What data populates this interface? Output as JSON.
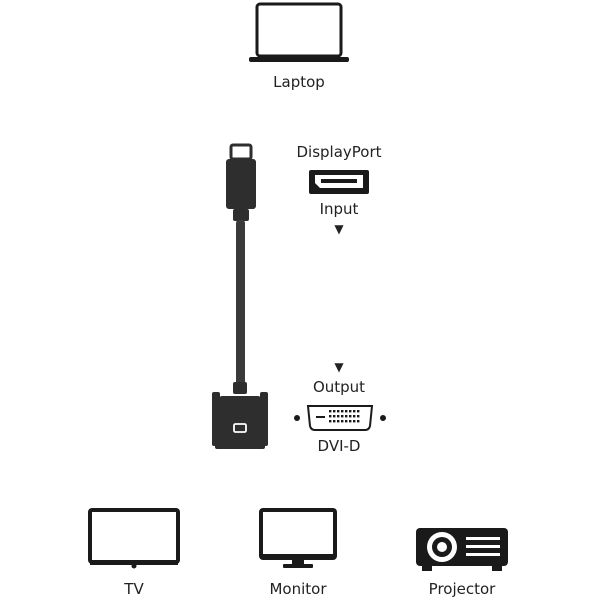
{
  "devices": {
    "laptop_label": "Laptop",
    "tv_label": "TV",
    "monitor_label": "Monitor",
    "projector_label": "Projector"
  },
  "input_connector": {
    "port_name": "DisplayPort",
    "direction_label": "Input",
    "arrow_glyph": "▼"
  },
  "output_connector": {
    "port_name": "DVI-D",
    "direction_label": "Output",
    "arrow_glyph": "▼"
  },
  "colors": {
    "icon": "#1a1a1a",
    "cable": "#3a3a3a",
    "connector_body": "#2e2e2e",
    "background": "#ffffff"
  }
}
